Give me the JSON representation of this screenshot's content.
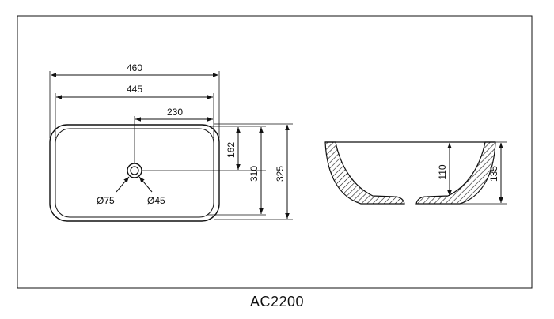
{
  "dimensions": {
    "outer_width": "460",
    "inner_width": "445",
    "center_offset": "230",
    "drain_offset": "162",
    "inner_depth": "310",
    "outer_depth": "325",
    "overflow_diameter": "Ø75",
    "drain_diameter": "Ø45",
    "bowl_depth_inner": "110",
    "bowl_height": "135"
  },
  "model": "AC2200"
}
